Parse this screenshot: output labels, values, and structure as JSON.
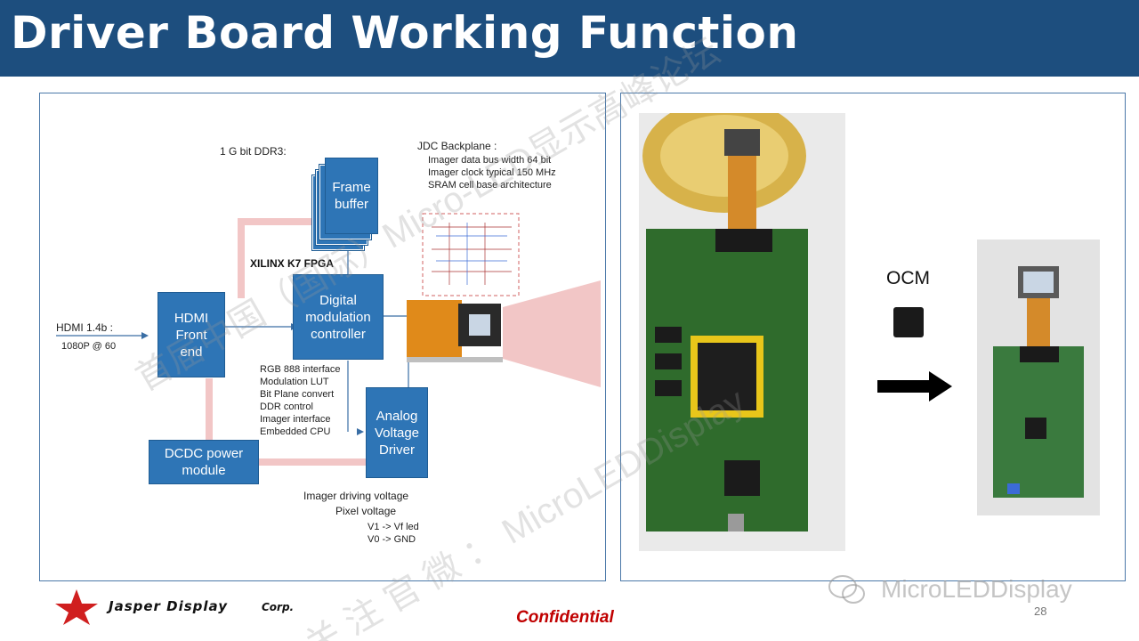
{
  "header": {
    "title": "Driver Board Working Function"
  },
  "diagram": {
    "ddr_label": "1 G bit DDR3:",
    "frame_buffer": "Frame\nbuffer",
    "fpga_label": "XILINX K7 FPGA",
    "hdmi_input_title": "HDMI 1.4b :",
    "hdmi_input_spec": "1080P @ 60",
    "hdmi_front_end": "HDMI\nFront\nend",
    "digital_controller": "Digital\nmodulation\ncontroller",
    "analog_driver": "Analog\nVoltage\nDriver",
    "dcdc_module": "DCDC  power\nmodule",
    "controller_features": [
      "RGB 888 interface",
      "Modulation LUT",
      "Bit Plane  convert",
      "DDR control",
      "Imager interface",
      "Embedded CPU"
    ],
    "jdc_title": "JDC  Backplane :",
    "jdc_specs": [
      "Imager data bus width  64 bit",
      "Imager clock  typical 150 MHz",
      "SRAM  cell base architecture"
    ],
    "imager_voltage_title": "Imager driving voltage",
    "pixel_voltage_title": "Pixel voltage",
    "voltage_levels": [
      "V1 -> Vf led",
      "V0 -> GND"
    ]
  },
  "photos": {
    "ocm_label": "OCM"
  },
  "footer": {
    "company": "Jasper Display",
    "company_suffix": "Corp.",
    "confidential": "Confidential",
    "page_number": "28",
    "wechat_handle": "MicroLEDDisplay"
  },
  "colors": {
    "title_bar": "#1d4e7e",
    "block_fill": "#2e75b6",
    "confidential": "#c00000",
    "arrow_pink": "#f2c6c6"
  }
}
